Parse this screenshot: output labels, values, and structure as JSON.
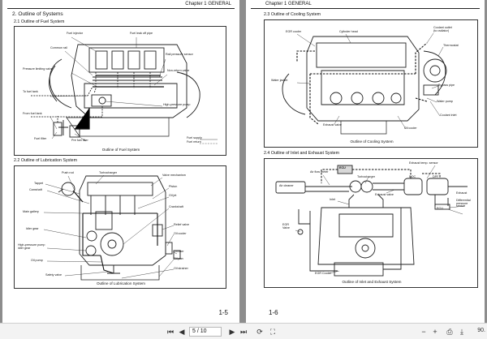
{
  "left_page": {
    "header": "Chapter 1  GENERAL",
    "section_title": "2. Outline of Systems",
    "sub_2_1": "2.1   Outline of Fuel System",
    "fuel_caption": "Outline of Fuel System",
    "fuel_labels": {
      "fuel_injector": "Fuel injector",
      "fuel_leak_off_pipe": "Fuel leak off pipe",
      "common_rail": "Common rail",
      "rail_pressure_sensor": "Rail pressure sensor",
      "pressure_limiting_valve": "Pressure limiting valve",
      "non_return_valve": "Non-return valve",
      "to_fuel_tank": "To fuel tank",
      "high_pressure_pump": "High-pressure pump",
      "from_fuel_tank": "From fuel tank",
      "fuel_filter": "Fuel filter",
      "pre_fuel_filter": "Pre fuel filter",
      "fuel_supply": "Fuel supply",
      "fuel_return": "Fuel return"
    },
    "sub_2_2": "2.2   Outline of Lubrication System",
    "lube_caption": "Outline of Lubrication System",
    "lube_labels": {
      "push_rod": "Push rod",
      "turbocharger": "Turbocharger",
      "valve_mechanism": "Valve mechanism",
      "tappet": "Tappet",
      "piston": "Piston",
      "camshaft": "Camshaft",
      "oil_jet": "Oil jet",
      "main_gallery": "Main gallery",
      "crankshaft": "Crankshaft",
      "idler_gear": "Idler gear",
      "relief_valve": "Relief valve",
      "oil_cooler": "Oil cooler",
      "hp_pump_idler_gear": "High-pressure pump\nidler gear",
      "oil_filter": "Oil filter",
      "oil_pump": "Oil pump",
      "oil_pan": "Oil pan",
      "safety_valve": "Safety valve",
      "oil_strainer": "Oil strainer"
    },
    "page_number": "1-5"
  },
  "right_page": {
    "header": "Chapter 1  GENERAL",
    "sub_2_3": "2.3   Outline of Cooling System",
    "cool_caption": "Outline of Cooling System",
    "cool_labels": {
      "egr_cooler": "EGR cooler",
      "cylinder_head": "Cylinder head",
      "coolant_outlet": "Coolant outlet\n(to radiator)",
      "thermostat": "Thermostat",
      "water_jacket": "Water jacket",
      "bypass_pipe": "Bypass pipe",
      "water_pump": "Water pump",
      "coolant_inlet": "Coolant inlet",
      "exhaust_valve": "Exhaust valve",
      "oil_cooler": "Oil cooler"
    },
    "sub_2_4": "2.4   Outline of Inlet and Exhaust System",
    "inlet_caption": "Outline of Inlet and Exhaust System",
    "inlet_labels": {
      "ecu_box": "ECU",
      "exhaust_temp_sensor": "Exhaust temp. sensor",
      "air_flow_meter": "Air flow meter",
      "doc": "DOC",
      "dpf": "DPF",
      "air_cleaner": "Air cleaner",
      "turbocharger": "Turbocharger",
      "exhaust_valve": "Exhaust valve",
      "exhaust": "Exhaust",
      "inlet": "Inlet",
      "differential_pressure_sensor": "Differential\npressure\nsensor",
      "ecu_label": "ECU",
      "egr_valve": "EGR\nValve",
      "egr_cooler": "EGR Cooler"
    },
    "page_number": "1-6"
  },
  "toolbar": {
    "page_field": "5 / 10",
    "zoom": "90."
  }
}
